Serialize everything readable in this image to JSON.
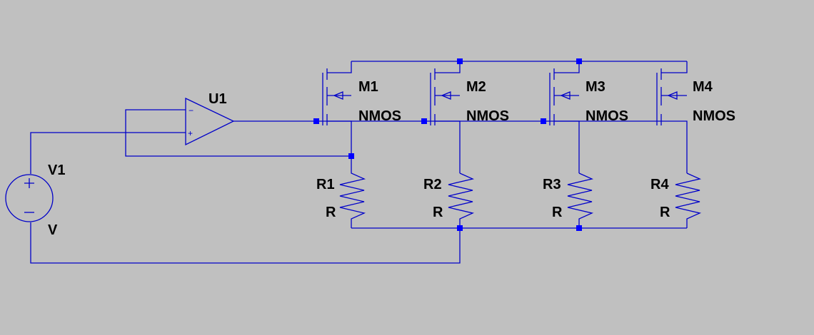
{
  "labels": {
    "u1": "U1",
    "v1_name": "V1",
    "v1_value": "V",
    "m1_name": "M1",
    "m1_model": "NMOS",
    "m2_name": "M2",
    "m2_model": "NMOS",
    "m3_name": "M3",
    "m3_model": "NMOS",
    "m4_name": "M4",
    "m4_model": "NMOS",
    "r1_name": "R1",
    "r1_value": "R",
    "r2_name": "R2",
    "r2_value": "R",
    "r3_name": "R3",
    "r3_value": "R",
    "r4_name": "R4",
    "r4_value": "R"
  },
  "opamp": {
    "minus": "−",
    "plus": "+"
  },
  "source": {
    "plus": "+",
    "minus": "−"
  },
  "colors": {
    "background": "#c0c0c0",
    "wire": "#0000c8",
    "junction": "#0000ff",
    "text": "#000000"
  }
}
